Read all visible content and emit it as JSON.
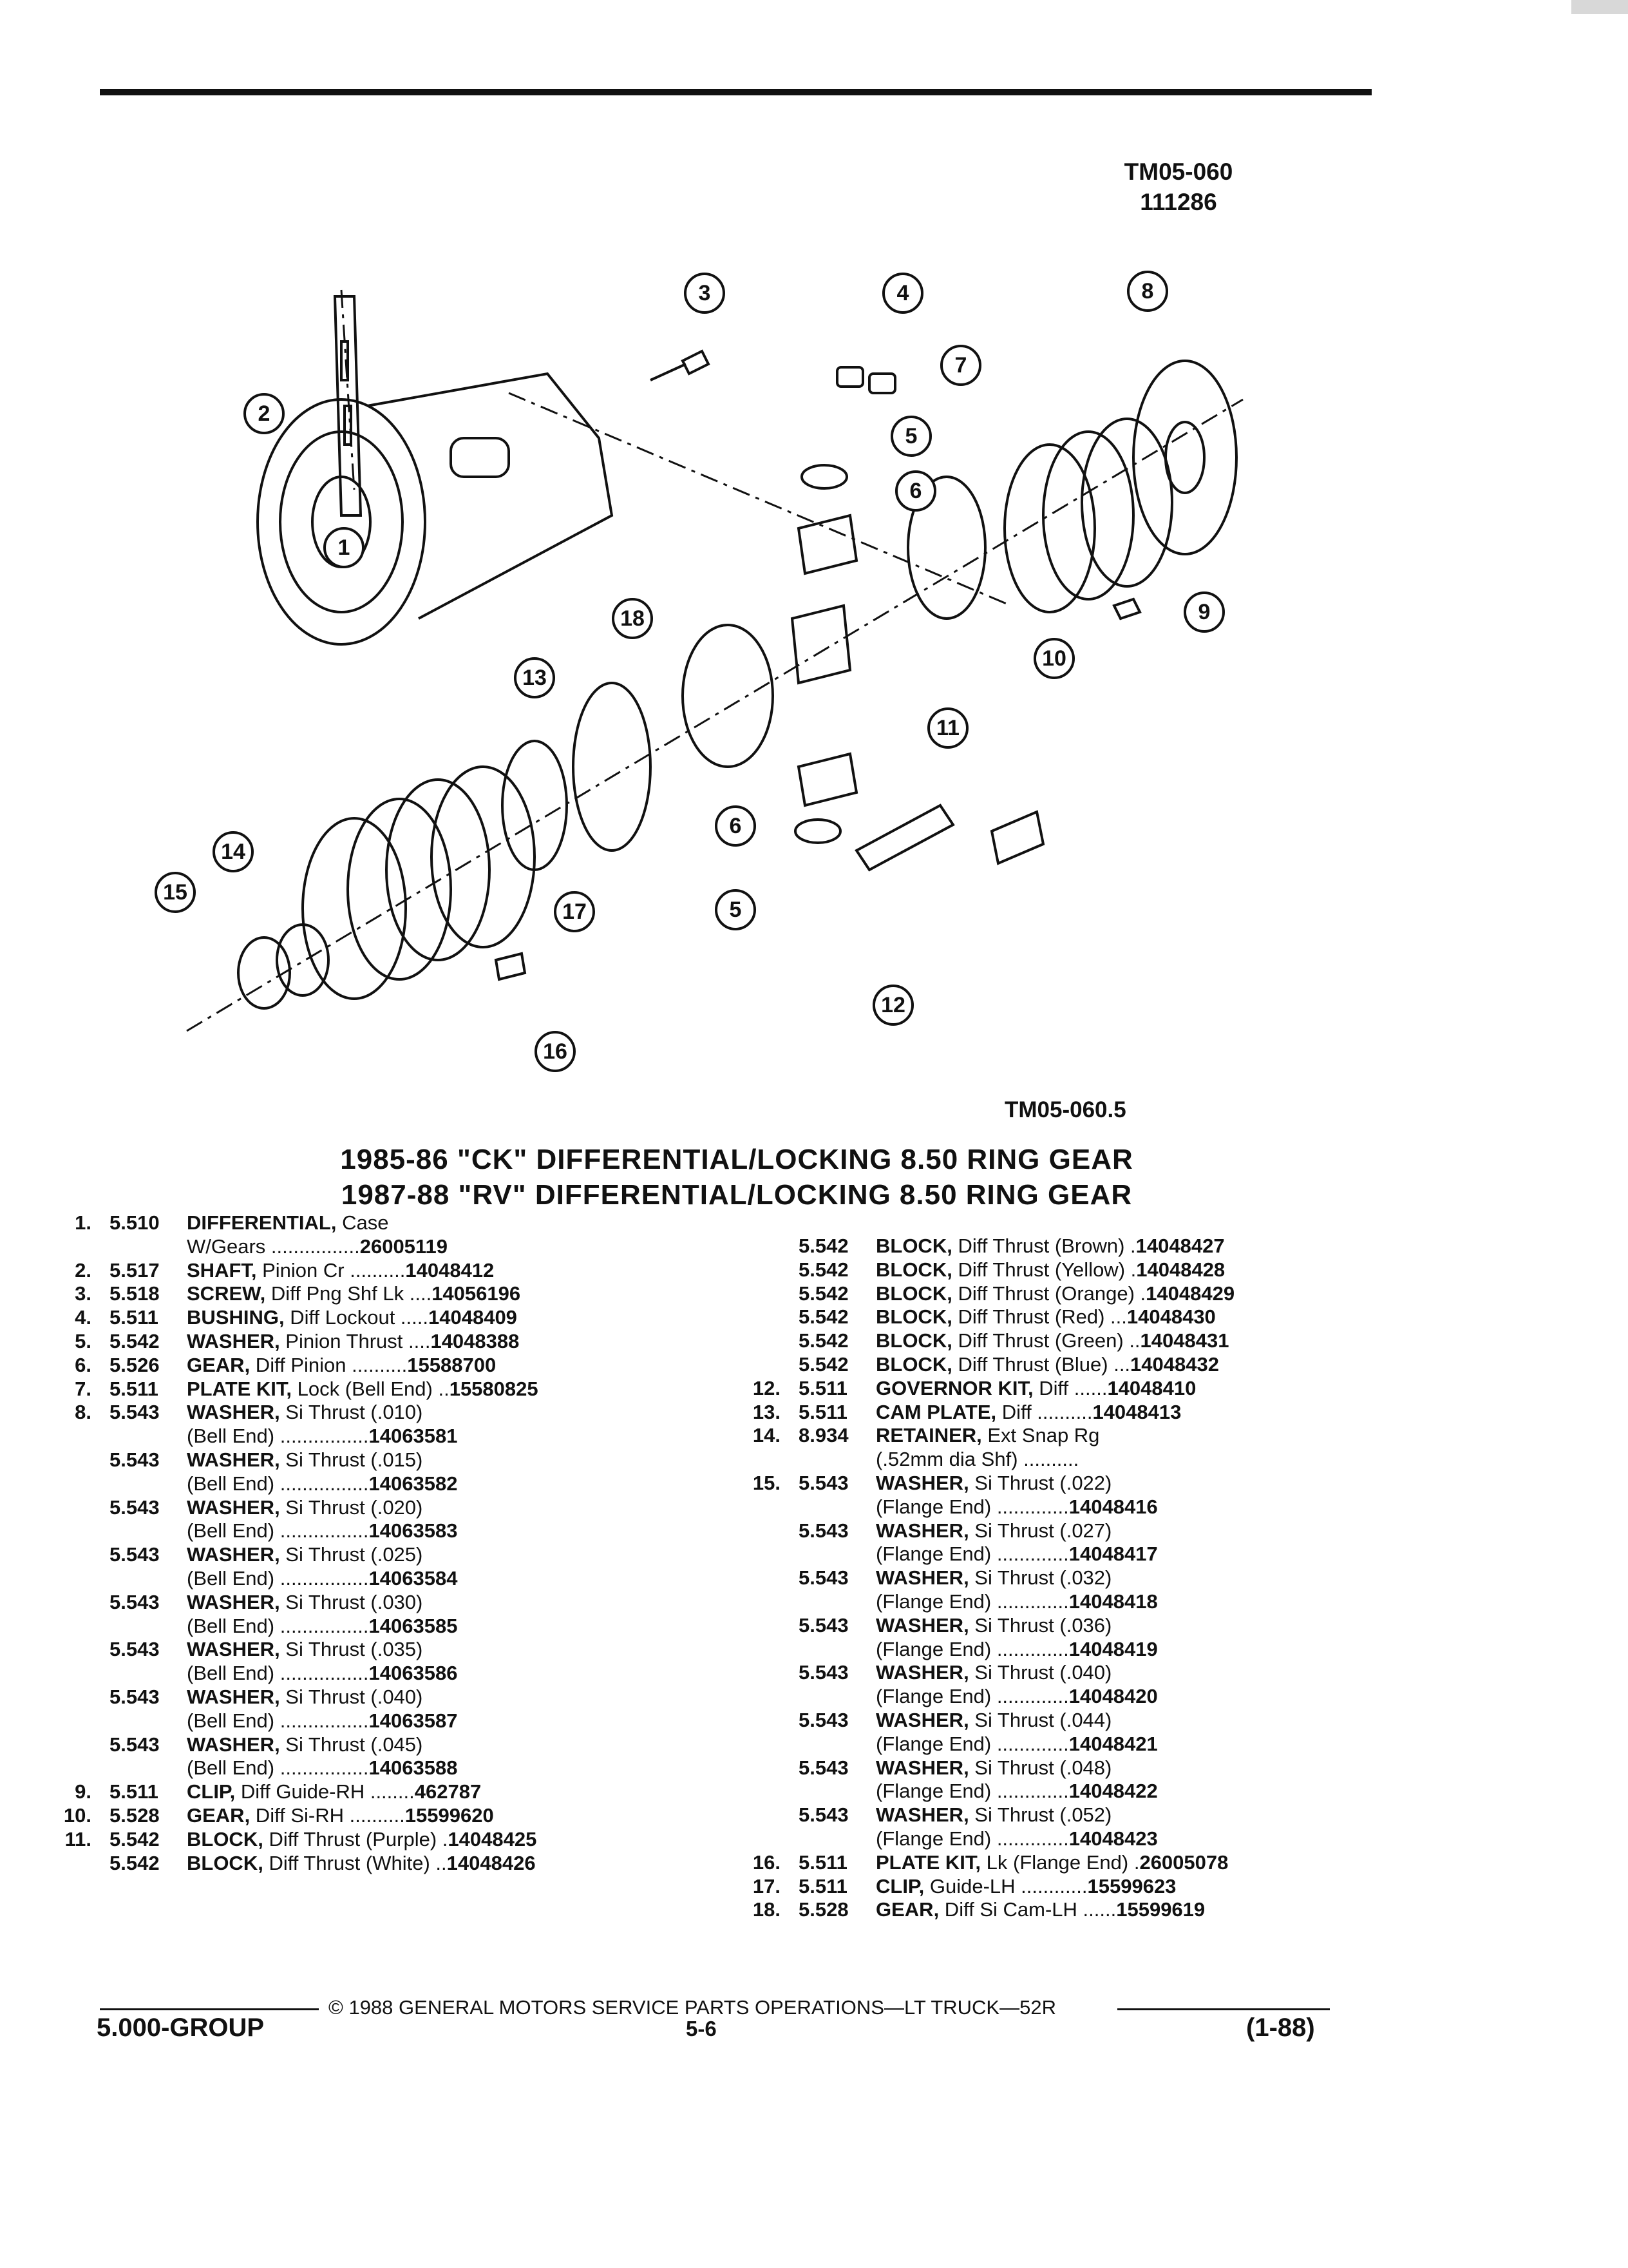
{
  "header": {
    "diagram_code": "TM05-060",
    "diagram_sub": "111286"
  },
  "illustration": {
    "code": "TM05-060.5",
    "callouts": [
      "1",
      "2",
      "3",
      "4",
      "5",
      "6",
      "7",
      "8",
      "9",
      "10",
      "11",
      "12",
      "13",
      "14",
      "15",
      "16",
      "17",
      "18",
      "5",
      "6"
    ]
  },
  "titles": {
    "line1": "1985-86 \"CK\" DIFFERENTIAL/LOCKING 8.50 RING GEAR",
    "line2": "1987-88 \"RV\" DIFFERENTIAL/LOCKING 8.50 RING GEAR"
  },
  "left_rows": [
    {
      "ref": "1.",
      "grp": "5.510",
      "name": "DIFFERENTIAL,",
      "rest": " Case",
      "pn": ""
    },
    {
      "ref": "",
      "grp": "",
      "name": "",
      "rest": "W/Gears ................",
      "pn": "26005119"
    },
    {
      "ref": "2.",
      "grp": "5.517",
      "name": "SHAFT,",
      "rest": " Pinion Cr ..........",
      "pn": "14048412"
    },
    {
      "ref": "3.",
      "grp": "5.518",
      "name": "SCREW,",
      "rest": " Diff Png Shf Lk ....",
      "pn": "14056196"
    },
    {
      "ref": "4.",
      "grp": "5.511",
      "name": "BUSHING,",
      "rest": " Diff Lockout .....",
      "pn": "14048409"
    },
    {
      "ref": "5.",
      "grp": "5.542",
      "name": "WASHER,",
      "rest": " Pinion Thrust ....",
      "pn": "14048388"
    },
    {
      "ref": "6.",
      "grp": "5.526",
      "name": "GEAR,",
      "rest": " Diff Pinion ..........",
      "pn": "15588700"
    },
    {
      "ref": "7.",
      "grp": "5.511",
      "name": "PLATE KIT,",
      "rest": " Lock (Bell End) ..",
      "pn": "15580825"
    },
    {
      "ref": "8.",
      "grp": "5.543",
      "name": "WASHER,",
      "rest": " Si Thrust (.010)",
      "pn": ""
    },
    {
      "ref": "",
      "grp": "",
      "name": "",
      "rest": "(Bell End) ................",
      "pn": "14063581"
    },
    {
      "ref": "",
      "grp": "5.543",
      "name": "WASHER,",
      "rest": " Si Thrust (.015)",
      "pn": ""
    },
    {
      "ref": "",
      "grp": "",
      "name": "",
      "rest": "(Bell End) ................",
      "pn": "14063582"
    },
    {
      "ref": "",
      "grp": "5.543",
      "name": "WASHER,",
      "rest": " Si Thrust (.020)",
      "pn": ""
    },
    {
      "ref": "",
      "grp": "",
      "name": "",
      "rest": "(Bell End) ................",
      "pn": "14063583"
    },
    {
      "ref": "",
      "grp": "5.543",
      "name": "WASHER,",
      "rest": " Si Thrust (.025)",
      "pn": ""
    },
    {
      "ref": "",
      "grp": "",
      "name": "",
      "rest": "(Bell End) ................",
      "pn": "14063584"
    },
    {
      "ref": "",
      "grp": "5.543",
      "name": "WASHER,",
      "rest": " Si Thrust (.030)",
      "pn": ""
    },
    {
      "ref": "",
      "grp": "",
      "name": "",
      "rest": "(Bell End) ................",
      "pn": "14063585"
    },
    {
      "ref": "",
      "grp": "5.543",
      "name": "WASHER,",
      "rest": " Si Thrust (.035)",
      "pn": ""
    },
    {
      "ref": "",
      "grp": "",
      "name": "",
      "rest": "(Bell End) ................",
      "pn": "14063586"
    },
    {
      "ref": "",
      "grp": "5.543",
      "name": "WASHER,",
      "rest": " Si Thrust (.040)",
      "pn": ""
    },
    {
      "ref": "",
      "grp": "",
      "name": "",
      "rest": "(Bell End) ................",
      "pn": "14063587"
    },
    {
      "ref": "",
      "grp": "5.543",
      "name": "WASHER,",
      "rest": " Si Thrust (.045)",
      "pn": ""
    },
    {
      "ref": "",
      "grp": "",
      "name": "",
      "rest": "(Bell End) ................",
      "pn": "14063588"
    },
    {
      "ref": "9.",
      "grp": "5.511",
      "name": "CLIP,",
      "rest": " Diff Guide-RH ........",
      "pn": "462787"
    },
    {
      "ref": "10.",
      "grp": "5.528",
      "name": "GEAR,",
      "rest": " Diff Si-RH ..........",
      "pn": "15599620"
    },
    {
      "ref": "11.",
      "grp": "5.542",
      "name": "BLOCK,",
      "rest": " Diff Thrust (Purple) .",
      "pn": "14048425"
    },
    {
      "ref": "",
      "grp": "5.542",
      "name": "BLOCK,",
      "rest": " Diff Thrust (White) ..",
      "pn": "14048426"
    }
  ],
  "right_rows": [
    {
      "ref": "",
      "grp": "5.542",
      "name": "BLOCK,",
      "rest": " Diff Thrust (Brown) .",
      "pn": "14048427"
    },
    {
      "ref": "",
      "grp": "5.542",
      "name": "BLOCK,",
      "rest": " Diff Thrust (Yellow) .",
      "pn": "14048428"
    },
    {
      "ref": "",
      "grp": "5.542",
      "name": "BLOCK,",
      "rest": " Diff Thrust (Orange) .",
      "pn": "14048429"
    },
    {
      "ref": "",
      "grp": "5.542",
      "name": "BLOCK,",
      "rest": " Diff Thrust (Red) ...",
      "pn": "14048430"
    },
    {
      "ref": "",
      "grp": "5.542",
      "name": "BLOCK,",
      "rest": " Diff Thrust (Green) ..",
      "pn": "14048431"
    },
    {
      "ref": "",
      "grp": "5.542",
      "name": "BLOCK,",
      "rest": " Diff Thrust (Blue) ...",
      "pn": "14048432"
    },
    {
      "ref": "12.",
      "grp": "5.511",
      "name": "GOVERNOR KIT,",
      "rest": " Diff ......",
      "pn": "14048410"
    },
    {
      "ref": "13.",
      "grp": "5.511",
      "name": "CAM PLATE,",
      "rest": " Diff ..........",
      "pn": "14048413"
    },
    {
      "ref": "14.",
      "grp": "8.934",
      "name": "RETAINER,",
      "rest": " Ext Snap Rg",
      "pn": ""
    },
    {
      "ref": "",
      "grp": "",
      "name": "",
      "rest": "(.52mm dia Shf) ..........",
      "pn": ""
    },
    {
      "ref": "15.",
      "grp": "5.543",
      "name": "WASHER,",
      "rest": " Si Thrust (.022)",
      "pn": ""
    },
    {
      "ref": "",
      "grp": "",
      "name": "",
      "rest": "(Flange End) .............",
      "pn": "14048416"
    },
    {
      "ref": "",
      "grp": "5.543",
      "name": "WASHER,",
      "rest": " Si Thrust (.027)",
      "pn": ""
    },
    {
      "ref": "",
      "grp": "",
      "name": "",
      "rest": "(Flange End) .............",
      "pn": "14048417"
    },
    {
      "ref": "",
      "grp": "5.543",
      "name": "WASHER,",
      "rest": " Si Thrust (.032)",
      "pn": ""
    },
    {
      "ref": "",
      "grp": "",
      "name": "",
      "rest": "(Flange End) .............",
      "pn": "14048418"
    },
    {
      "ref": "",
      "grp": "5.543",
      "name": "WASHER,",
      "rest": " Si Thrust (.036)",
      "pn": ""
    },
    {
      "ref": "",
      "grp": "",
      "name": "",
      "rest": "(Flange End) .............",
      "pn": "14048419"
    },
    {
      "ref": "",
      "grp": "5.543",
      "name": "WASHER,",
      "rest": " Si Thrust (.040)",
      "pn": ""
    },
    {
      "ref": "",
      "grp": "",
      "name": "",
      "rest": "(Flange End) .............",
      "pn": "14048420"
    },
    {
      "ref": "",
      "grp": "5.543",
      "name": "WASHER,",
      "rest": " Si Thrust (.044)",
      "pn": ""
    },
    {
      "ref": "",
      "grp": "",
      "name": "",
      "rest": "(Flange End) .............",
      "pn": "14048421"
    },
    {
      "ref": "",
      "grp": "5.543",
      "name": "WASHER,",
      "rest": " Si Thrust (.048)",
      "pn": ""
    },
    {
      "ref": "",
      "grp": "",
      "name": "",
      "rest": "(Flange End) .............",
      "pn": "14048422"
    },
    {
      "ref": "",
      "grp": "5.543",
      "name": "WASHER,",
      "rest": " Si Thrust (.052)",
      "pn": ""
    },
    {
      "ref": "",
      "grp": "",
      "name": "",
      "rest": "(Flange End) .............",
      "pn": "14048423"
    },
    {
      "ref": "16.",
      "grp": "5.511",
      "name": "PLATE KIT,",
      "rest": " Lk (Flange End) .",
      "pn": "26005078"
    },
    {
      "ref": "17.",
      "grp": "5.511",
      "name": "CLIP,",
      "rest": " Guide-LH ............",
      "pn": "15599623"
    },
    {
      "ref": "18.",
      "grp": "5.528",
      "name": "GEAR,",
      "rest": " Diff Si Cam-LH ......",
      "pn": "15599619"
    }
  ],
  "footer": {
    "copyright": "© 1988 GENERAL MOTORS SERVICE PARTS OPERATIONS—LT TRUCK—52R",
    "group": "5.000-GROUP",
    "page": "5-6",
    "date": "(1-88)"
  }
}
